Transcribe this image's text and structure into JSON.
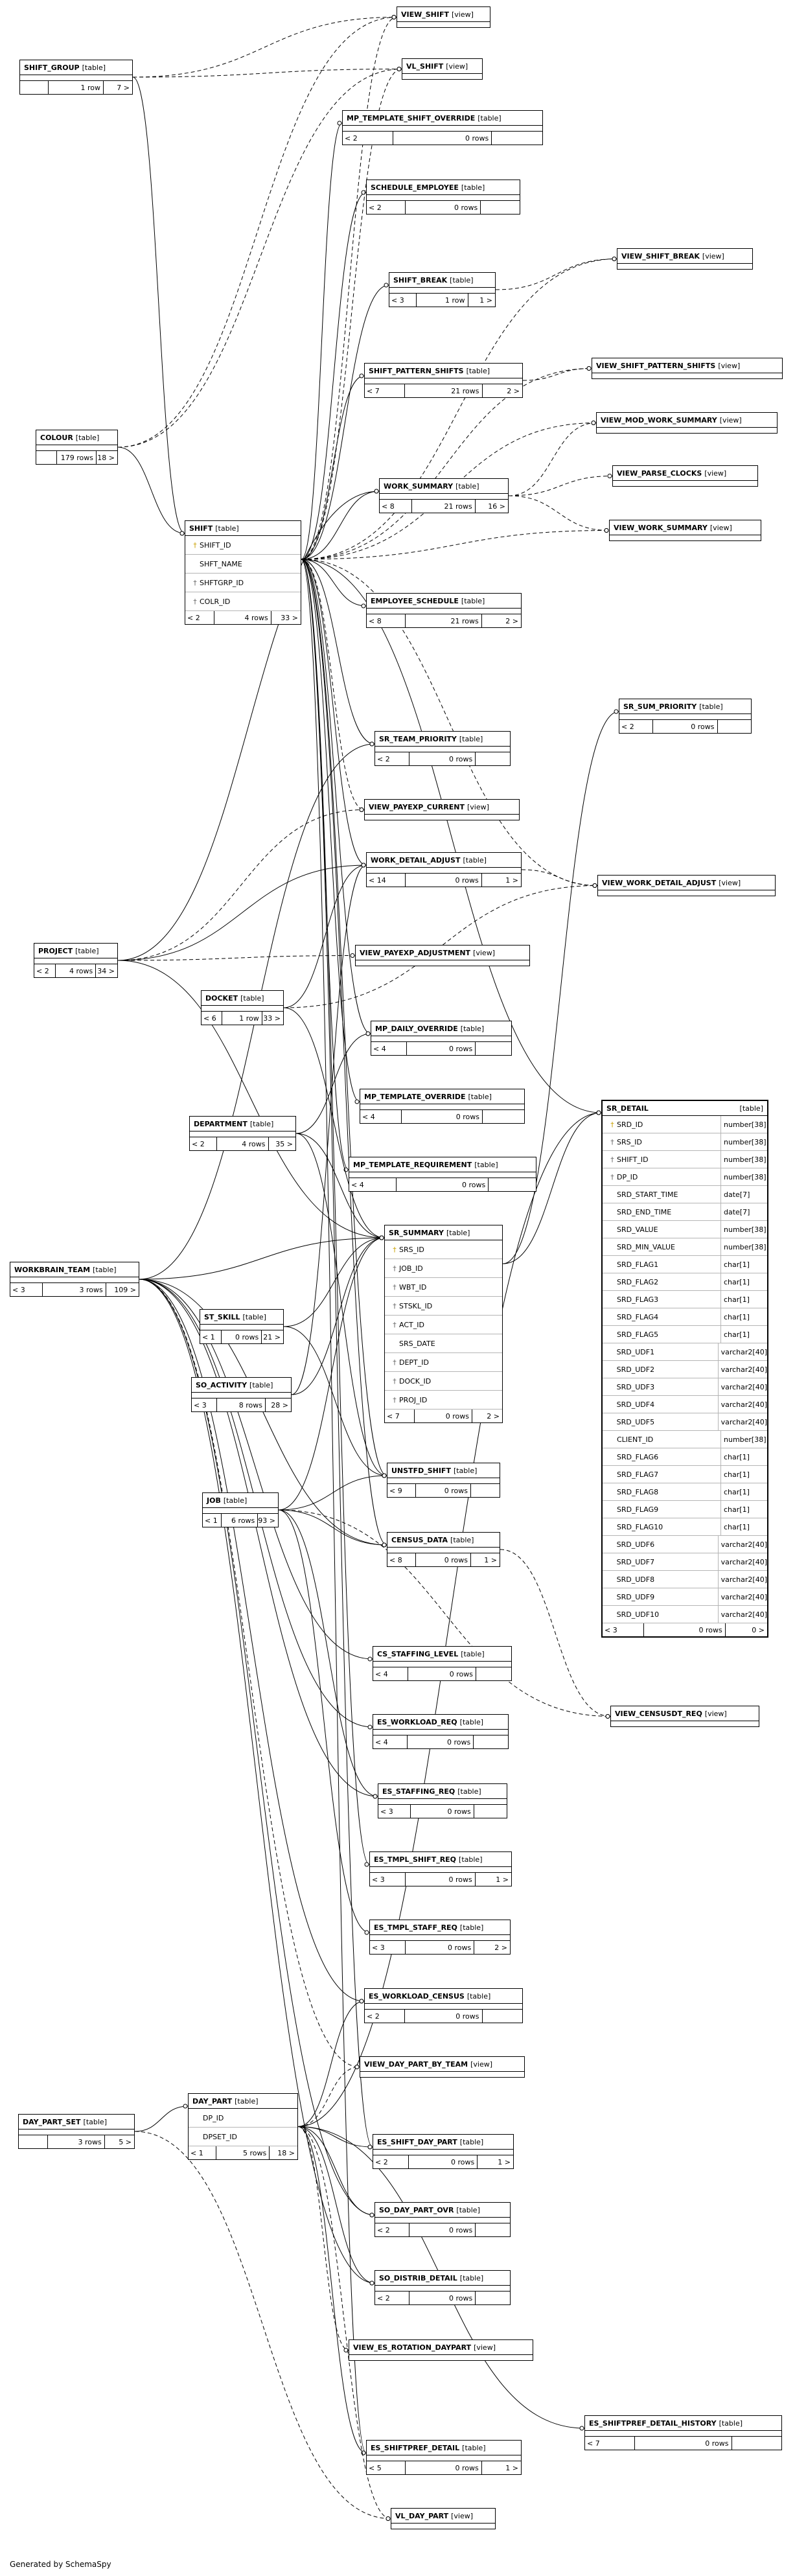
{
  "credit": "Generated by SchemaSpy",
  "nodes": [
    {
      "id": "VIEW_SHIFT",
      "name": "VIEW_SHIFT",
      "type": "[view]"
    },
    {
      "id": "VL_SHIFT",
      "name": "VL_SHIFT",
      "type": "[view]"
    },
    {
      "id": "SHIFT_GROUP",
      "name": "SHIFT_GROUP",
      "type": "[table]",
      "foot": [
        "",
        "1 row",
        "7 >"
      ]
    },
    {
      "id": "MP_TEMPLATE_SHIFT_OVERRIDE",
      "name": "MP_TEMPLATE_SHIFT_OVERRIDE",
      "type": "[table]",
      "foot": [
        "< 2",
        "0 rows",
        ""
      ]
    },
    {
      "id": "SCHEDULE_EMPLOYEE",
      "name": "SCHEDULE_EMPLOYEE",
      "type": "[table]",
      "foot": [
        "< 2",
        "0 rows",
        ""
      ]
    },
    {
      "id": "VIEW_SHIFT_BREAK",
      "name": "VIEW_SHIFT_BREAK",
      "type": "[view]"
    },
    {
      "id": "SHIFT_BREAK",
      "name": "SHIFT_BREAK",
      "type": "[table]",
      "foot": [
        "< 3",
        "1 row",
        "1 >"
      ]
    },
    {
      "id": "SHIFT_PATTERN_SHIFTS",
      "name": "SHIFT_PATTERN_SHIFTS",
      "type": "[table]",
      "foot": [
        "< 7",
        "21 rows",
        "2 >"
      ]
    },
    {
      "id": "VIEW_SHIFT_PATTERN_SHIFTS",
      "name": "VIEW_SHIFT_PATTERN_SHIFTS",
      "type": "[view]"
    },
    {
      "id": "VIEW_MOD_WORK_SUMMARY",
      "name": "VIEW_MOD_WORK_SUMMARY",
      "type": "[view]"
    },
    {
      "id": "COLOUR",
      "name": "COLOUR",
      "type": "[table]",
      "foot": [
        "",
        "179 rows",
        "18 >"
      ]
    },
    {
      "id": "VIEW_PARSE_CLOCKS",
      "name": "VIEW_PARSE_CLOCKS",
      "type": "[view]"
    },
    {
      "id": "WORK_SUMMARY",
      "name": "WORK_SUMMARY",
      "type": "[table]",
      "foot": [
        "< 8",
        "21 rows",
        "16 >"
      ]
    },
    {
      "id": "VIEW_WORK_SUMMARY",
      "name": "VIEW_WORK_SUMMARY",
      "type": "[view]"
    },
    {
      "id": "SHIFT",
      "name": "SHIFT",
      "type": "[table]",
      "cols": [
        {
          "key": "pk",
          "name": "SHIFT_ID"
        },
        {
          "key": "",
          "name": "SHFT_NAME"
        },
        {
          "key": "fk",
          "name": "SHFTGRP_ID"
        },
        {
          "key": "fk",
          "name": "COLR_ID"
        }
      ],
      "foot": [
        "< 2",
        "4 rows",
        "33 >"
      ]
    },
    {
      "id": "EMPLOYEE_SCHEDULE",
      "name": "EMPLOYEE_SCHEDULE",
      "type": "[table]",
      "foot": [
        "< 8",
        "21 rows",
        "2 >"
      ]
    },
    {
      "id": "SR_SUM_PRIORITY",
      "name": "SR_SUM_PRIORITY",
      "type": "[table]",
      "foot": [
        "< 2",
        "0 rows",
        ""
      ]
    },
    {
      "id": "SR_TEAM_PRIORITY",
      "name": "SR_TEAM_PRIORITY",
      "type": "[table]",
      "foot": [
        "< 2",
        "0 rows",
        ""
      ]
    },
    {
      "id": "VIEW_PAYEXP_CURRENT",
      "name": "VIEW_PAYEXP_CURRENT",
      "type": "[view]"
    },
    {
      "id": "WORK_DETAIL_ADJUST",
      "name": "WORK_DETAIL_ADJUST",
      "type": "[table]",
      "foot": [
        "< 14",
        "0 rows",
        "1 >"
      ]
    },
    {
      "id": "VIEW_WORK_DETAIL_ADJUST",
      "name": "VIEW_WORK_DETAIL_ADJUST",
      "type": "[view]"
    },
    {
      "id": "PROJECT",
      "name": "PROJECT",
      "type": "[table]",
      "foot": [
        "< 2",
        "4 rows",
        "34 >"
      ]
    },
    {
      "id": "VIEW_PAYEXP_ADJUSTMENT",
      "name": "VIEW_PAYEXP_ADJUSTMENT",
      "type": "[view]"
    },
    {
      "id": "DOCKET",
      "name": "DOCKET",
      "type": "[table]",
      "foot": [
        "< 6",
        "1 row",
        "33 >"
      ]
    },
    {
      "id": "MP_DAILY_OVERRIDE",
      "name": "MP_DAILY_OVERRIDE",
      "type": "[table]",
      "foot": [
        "< 4",
        "0 rows",
        ""
      ]
    },
    {
      "id": "SR_DETAIL",
      "name": "SR_DETAIL",
      "type": "[table]",
      "hl": true,
      "cols": [
        {
          "key": "pk",
          "name": "SRD_ID",
          "ctype": "number[38]"
        },
        {
          "key": "fk",
          "name": "SRS_ID",
          "ctype": "number[38]"
        },
        {
          "key": "fk",
          "name": "SHIFT_ID",
          "ctype": "number[38]"
        },
        {
          "key": "fk",
          "name": "DP_ID",
          "ctype": "number[38]"
        },
        {
          "key": "",
          "name": "SRD_START_TIME",
          "ctype": "date[7]"
        },
        {
          "key": "",
          "name": "SRD_END_TIME",
          "ctype": "date[7]"
        },
        {
          "key": "",
          "name": "SRD_VALUE",
          "ctype": "number[38]"
        },
        {
          "key": "",
          "name": "SRD_MIN_VALUE",
          "ctype": "number[38]"
        },
        {
          "key": "",
          "name": "SRD_FLAG1",
          "ctype": "char[1]"
        },
        {
          "key": "",
          "name": "SRD_FLAG2",
          "ctype": "char[1]"
        },
        {
          "key": "",
          "name": "SRD_FLAG3",
          "ctype": "char[1]"
        },
        {
          "key": "",
          "name": "SRD_FLAG4",
          "ctype": "char[1]"
        },
        {
          "key": "",
          "name": "SRD_FLAG5",
          "ctype": "char[1]"
        },
        {
          "key": "",
          "name": "SRD_UDF1",
          "ctype": "varchar2[40]"
        },
        {
          "key": "",
          "name": "SRD_UDF2",
          "ctype": "varchar2[40]"
        },
        {
          "key": "",
          "name": "SRD_UDF3",
          "ctype": "varchar2[40]"
        },
        {
          "key": "",
          "name": "SRD_UDF4",
          "ctype": "varchar2[40]"
        },
        {
          "key": "",
          "name": "SRD_UDF5",
          "ctype": "varchar2[40]"
        },
        {
          "key": "",
          "name": "CLIENT_ID",
          "ctype": "number[38]"
        },
        {
          "key": "",
          "name": "SRD_FLAG6",
          "ctype": "char[1]"
        },
        {
          "key": "",
          "name": "SRD_FLAG7",
          "ctype": "char[1]"
        },
        {
          "key": "",
          "name": "SRD_FLAG8",
          "ctype": "char[1]"
        },
        {
          "key": "",
          "name": "SRD_FLAG9",
          "ctype": "char[1]"
        },
        {
          "key": "",
          "name": "SRD_FLAG10",
          "ctype": "char[1]"
        },
        {
          "key": "",
          "name": "SRD_UDF6",
          "ctype": "varchar2[40]"
        },
        {
          "key": "",
          "name": "SRD_UDF7",
          "ctype": "varchar2[40]"
        },
        {
          "key": "",
          "name": "SRD_UDF8",
          "ctype": "varchar2[40]"
        },
        {
          "key": "",
          "name": "SRD_UDF9",
          "ctype": "varchar2[40]"
        },
        {
          "key": "",
          "name": "SRD_UDF10",
          "ctype": "varchar2[40]"
        }
      ],
      "foot": [
        "< 3",
        "0 rows",
        "0 >"
      ]
    },
    {
      "id": "DEPARTMENT",
      "name": "DEPARTMENT",
      "type": "[table]",
      "foot": [
        "< 2",
        "4 rows",
        "35 >"
      ]
    },
    {
      "id": "MP_TEMPLATE_OVERRIDE",
      "name": "MP_TEMPLATE_OVERRIDE",
      "type": "[table]",
      "foot": [
        "< 4",
        "0 rows",
        ""
      ]
    },
    {
      "id": "MP_TEMPLATE_REQUIREMENT",
      "name": "MP_TEMPLATE_REQUIREMENT",
      "type": "[table]",
      "foot": [
        "< 4",
        "0 rows",
        ""
      ]
    },
    {
      "id": "SR_SUMMARY",
      "name": "SR_SUMMARY",
      "type": "[table]",
      "cols": [
        {
          "key": "pk",
          "name": "SRS_ID"
        },
        {
          "key": "fk",
          "name": "JOB_ID"
        },
        {
          "key": "fk",
          "name": "WBT_ID"
        },
        {
          "key": "fk",
          "name": "STSKL_ID"
        },
        {
          "key": "fk",
          "name": "ACT_ID"
        },
        {
          "key": "",
          "name": "SRS_DATE"
        },
        {
          "key": "fk",
          "name": "DEPT_ID"
        },
        {
          "key": "fk",
          "name": "DOCK_ID"
        },
        {
          "key": "fk",
          "name": "PROJ_ID"
        }
      ],
      "foot": [
        "< 7",
        "0 rows",
        "2 >"
      ]
    },
    {
      "id": "WORKBRAIN_TEAM",
      "name": "WORKBRAIN_TEAM",
      "type": "[table]",
      "foot": [
        "< 3",
        "3 rows",
        "109 >"
      ]
    },
    {
      "id": "ST_SKILL",
      "name": "ST_SKILL",
      "type": "[table]",
      "foot": [
        "< 1",
        "0 rows",
        "21 >"
      ]
    },
    {
      "id": "SO_ACTIVITY",
      "name": "SO_ACTIVITY",
      "type": "[table]",
      "foot": [
        "< 3",
        "8 rows",
        "28 >"
      ]
    },
    {
      "id": "UNSTFD_SHIFT",
      "name": "UNSTFD_SHIFT",
      "type": "[table]",
      "foot": [
        "< 9",
        "0 rows",
        ""
      ]
    },
    {
      "id": "JOB",
      "name": "JOB",
      "type": "[table]",
      "foot": [
        "< 1",
        "6 rows",
        "93 >"
      ]
    },
    {
      "id": "CENSUS_DATA",
      "name": "CENSUS_DATA",
      "type": "[table]",
      "foot": [
        "< 8",
        "0 rows",
        "1 >"
      ]
    },
    {
      "id": "CS_STAFFING_LEVEL",
      "name": "CS_STAFFING_LEVEL",
      "type": "[table]",
      "foot": [
        "< 4",
        "0 rows",
        ""
      ]
    },
    {
      "id": "VIEW_CENSUSDT_REQ",
      "name": "VIEW_CENSUSDT_REQ",
      "type": "[view]"
    },
    {
      "id": "ES_WORKLOAD_REQ",
      "name": "ES_WORKLOAD_REQ",
      "type": "[table]",
      "foot": [
        "< 4",
        "0 rows",
        ""
      ]
    },
    {
      "id": "ES_STAFFING_REQ",
      "name": "ES_STAFFING_REQ",
      "type": "[table]",
      "foot": [
        "< 3",
        "0 rows",
        ""
      ]
    },
    {
      "id": "ES_TMPL_SHIFT_REQ",
      "name": "ES_TMPL_SHIFT_REQ",
      "type": "[table]",
      "foot": [
        "< 3",
        "0 rows",
        "1 >"
      ]
    },
    {
      "id": "ES_TMPL_STAFF_REQ",
      "name": "ES_TMPL_STAFF_REQ",
      "type": "[table]",
      "foot": [
        "< 3",
        "0 rows",
        "2 >"
      ]
    },
    {
      "id": "ES_WORKLOAD_CENSUS",
      "name": "ES_WORKLOAD_CENSUS",
      "type": "[table]",
      "foot": [
        "< 2",
        "0 rows",
        ""
      ]
    },
    {
      "id": "VIEW_DAY_PART_BY_TEAM",
      "name": "VIEW_DAY_PART_BY_TEAM",
      "type": "[view]"
    },
    {
      "id": "DAY_PART_SET",
      "name": "DAY_PART_SET",
      "type": "[table]",
      "foot": [
        "",
        "3 rows",
        "5 >"
      ]
    },
    {
      "id": "DAY_PART",
      "name": "DAY_PART",
      "type": "[table]",
      "cols": [
        {
          "key": "",
          "name": "DP_ID"
        },
        {
          "key": "",
          "name": "DPSET_ID"
        }
      ],
      "foot": [
        "< 1",
        "5 rows",
        "18 >"
      ]
    },
    {
      "id": "ES_SHIFT_DAY_PART",
      "name": "ES_SHIFT_DAY_PART",
      "type": "[table]",
      "foot": [
        "< 2",
        "0 rows",
        "1 >"
      ]
    },
    {
      "id": "SO_DAY_PART_OVR",
      "name": "SO_DAY_PART_OVR",
      "type": "[table]",
      "foot": [
        "< 2",
        "0 rows",
        ""
      ]
    },
    {
      "id": "SO_DISTRIB_DETAIL",
      "name": "SO_DISTRIB_DETAIL",
      "type": "[table]",
      "foot": [
        "< 2",
        "0 rows",
        ""
      ]
    },
    {
      "id": "VIEW_ES_ROTATION_DAYPART",
      "name": "VIEW_ES_ROTATION_DAYPART",
      "type": "[view]"
    },
    {
      "id": "ES_SHIFTPREF_DETAIL_HISTORY",
      "name": "ES_SHIFTPREF_DETAIL_HISTORY",
      "type": "[table]",
      "foot": [
        "< 7",
        "0 rows",
        ""
      ]
    },
    {
      "id": "ES_SHIFTPREF_DETAIL",
      "name": "ES_SHIFTPREF_DETAIL",
      "type": "[table]",
      "foot": [
        "< 5",
        "0 rows",
        "1 >"
      ]
    },
    {
      "id": "VL_DAY_PART",
      "name": "VL_DAY_PART",
      "type": "[view]"
    }
  ]
}
